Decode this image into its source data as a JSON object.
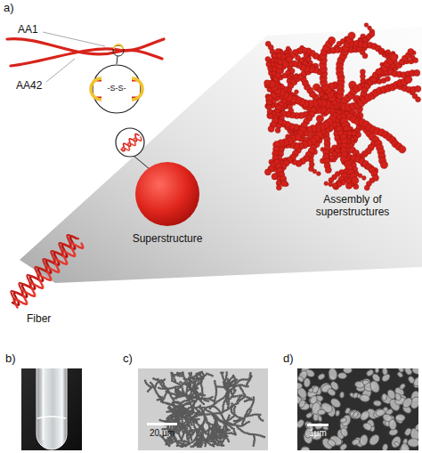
{
  "diagram": {
    "labels": [
      "a)",
      "AA1",
      "AA42",
      "-S-S-",
      "Superstructure",
      "Assembly of superstructures",
      "Fiber",
      "b)",
      "c)",
      "20 µm",
      "d)",
      "1µm"
    ]
  }
}
